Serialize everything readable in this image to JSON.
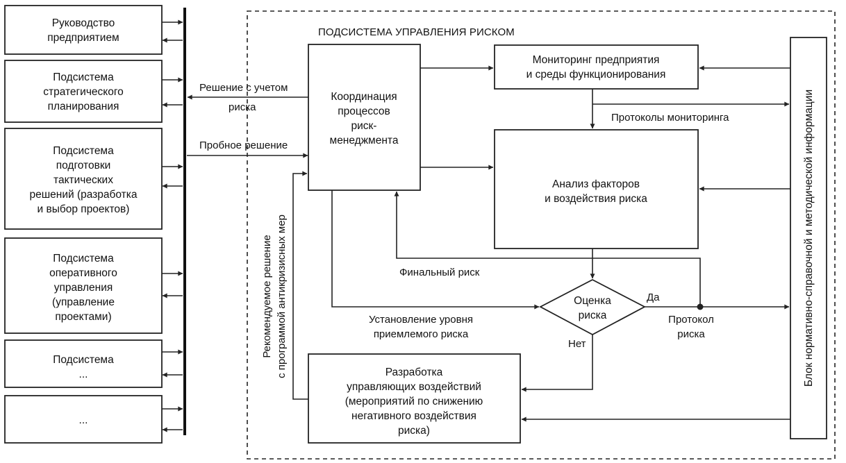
{
  "left_blocks": [
    {
      "lines": [
        "Руководство",
        "предприятием"
      ]
    },
    {
      "lines": [
        "Подсистема",
        "стратегического",
        "планирования"
      ]
    },
    {
      "lines": [
        "Подсистема",
        "подготовки",
        "тактических",
        "решений (разработка",
        "и выбор проектов)"
      ]
    },
    {
      "lines": [
        "Подсистема",
        "оперативного",
        "управления",
        "(управление",
        "проектами)"
      ]
    },
    {
      "lines": [
        "Подсистема",
        "..."
      ]
    },
    {
      "lines": [
        "..."
      ]
    }
  ],
  "subsystem": {
    "title": "ПОДСИСТЕМА УПРАВЛЕНИЯ РИСКОМ",
    "coordination": {
      "lines": [
        "Координация",
        "процессов",
        "риск-",
        "менеджмента"
      ]
    },
    "monitoring": {
      "lines": [
        "Мониторинг предприятия",
        "и среды функционирования"
      ]
    },
    "analysis": {
      "lines": [
        "Анализ факторов",
        "и воздействия риска"
      ]
    },
    "evaluation": {
      "lines": [
        "Оценка",
        "риска"
      ]
    },
    "development": {
      "lines": [
        "Разработка",
        "управляющих воздействий",
        "(мероприятий по снижению",
        "негативного воздействия",
        "риска)"
      ]
    },
    "info_block": {
      "label": "Блок нормативно-справочной и методической информации"
    }
  },
  "labels": {
    "decision_with_risk": [
      "Решение с учетом",
      "риска"
    ],
    "trial_decision": "Пробное решение",
    "monitoring_protocols": "Протоколы мониторинга",
    "final_risk": "Финальный риск",
    "yes": "Да",
    "no": "Нет",
    "risk_protocol": [
      "Протокол",
      "риска"
    ],
    "acceptable_level": [
      "Установление уровня",
      "приемлемого риска"
    ],
    "recommended_decision": [
      "Рекомендуемое решение",
      "с программой антикризисных мер"
    ]
  },
  "colors": {
    "stroke": "#222222",
    "background": "#ffffff",
    "text": "#111111"
  }
}
